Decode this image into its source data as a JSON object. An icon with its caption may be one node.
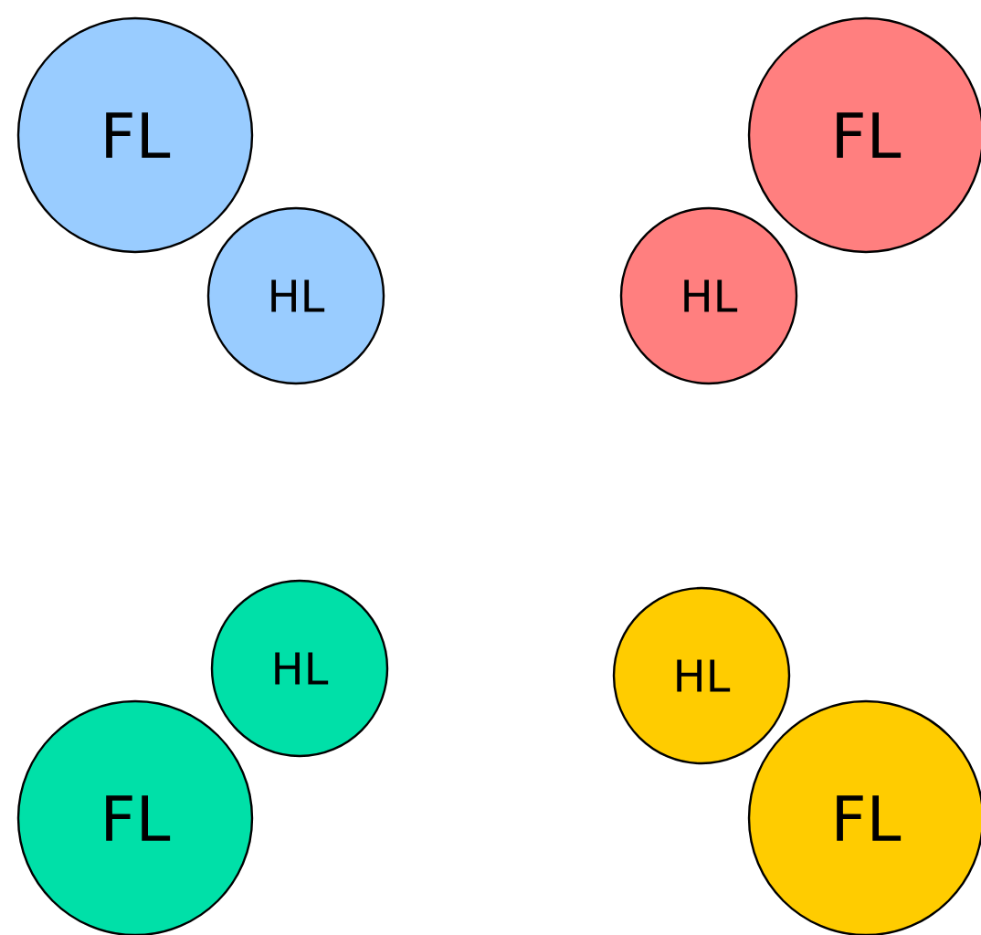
{
  "diagram": {
    "nodes": [
      {
        "text": [
          "FL"
        ]
      },
      {
        "text": [
          "HL"
        ]
      },
      {
        "text": [
          "FL"
        ]
      },
      {
        "text": [
          "HL"
        ]
      },
      {
        "text": [
          "HL"
        ]
      },
      {
        "text": [
          "FL"
        ]
      },
      {
        "text": [
          "HL"
        ]
      },
      {
        "text": [
          "FL"
        ]
      }
    ]
  }
}
